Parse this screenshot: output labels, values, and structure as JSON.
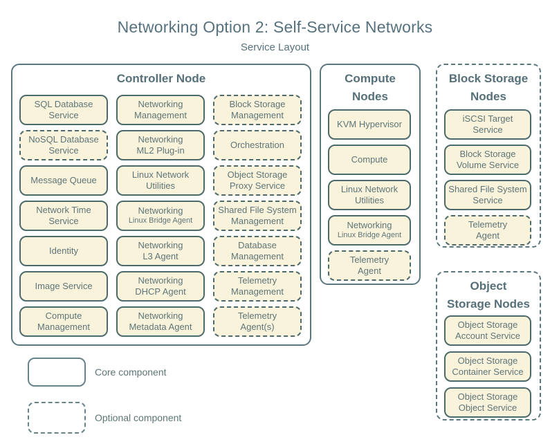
{
  "title": "Networking Option 2: Self-Service Networks",
  "subtitle": "Service Layout",
  "colors": {
    "background": "#ffffff",
    "service_fill": "#faf3dc",
    "service_border": "#4c696b",
    "node_border": "#5a787c",
    "text": "#5d7577",
    "heading_text": "#56727e"
  },
  "legend": {
    "core": {
      "label": "Core component",
      "style": "solid"
    },
    "optional": {
      "label": "Optional component",
      "style": "dashed"
    }
  },
  "nodes": {
    "controller": {
      "title": "Controller Node",
      "border": "solid",
      "services": [
        {
          "label": "SQL Database\nService",
          "style": "solid"
        },
        {
          "label": "Networking\nManagement",
          "style": "solid"
        },
        {
          "label": "Block Storage\nManagement",
          "style": "dashed"
        },
        {
          "label": "NoSQL Database\nService",
          "style": "dashed"
        },
        {
          "label": "Networking\nML2 Plug-in",
          "style": "solid"
        },
        {
          "label": "Orchestration",
          "style": "dashed"
        },
        {
          "label": "Message Queue",
          "style": "solid"
        },
        {
          "label": "Linux Network\nUtilities",
          "style": "solid"
        },
        {
          "label": "Object Storage\nProxy Service",
          "style": "dashed"
        },
        {
          "label": "Network Time\nService",
          "style": "solid"
        },
        {
          "label": "Networking",
          "sublabel": "Linux Bridge Agent",
          "style": "solid"
        },
        {
          "label": "Shared File System\nManagement",
          "style": "dashed"
        },
        {
          "label": "Identity",
          "style": "solid"
        },
        {
          "label": "Networking\nL3 Agent",
          "style": "solid"
        },
        {
          "label": "Database\nManagement",
          "style": "dashed"
        },
        {
          "label": "Image Service",
          "style": "solid"
        },
        {
          "label": "Networking\nDHCP Agent",
          "style": "solid"
        },
        {
          "label": "Telemetry\nManagement",
          "style": "dashed"
        },
        {
          "label": "Compute\nManagement",
          "style": "solid"
        },
        {
          "label": "Networking\nMetadata Agent",
          "style": "solid"
        },
        {
          "label": "Telemetry\nAgent(s)",
          "style": "dashed"
        }
      ]
    },
    "compute": {
      "title": "Compute\nNodes",
      "border": "solid",
      "services": [
        {
          "label": "KVM Hypervisor",
          "style": "solid"
        },
        {
          "label": "Compute",
          "style": "solid"
        },
        {
          "label": "Linux Network\nUtilities",
          "style": "solid"
        },
        {
          "label": "Networking",
          "sublabel": "Linux Bridge Agent",
          "style": "solid"
        },
        {
          "label": "Telemetry\nAgent",
          "style": "dashed"
        }
      ]
    },
    "block_storage": {
      "title": "Block Storage\nNodes",
      "border": "dashed",
      "services": [
        {
          "label": "iSCSI Target\nService",
          "style": "solid"
        },
        {
          "label": "Block Storage\nVolume Service",
          "style": "solid"
        },
        {
          "label": "Shared File System\nService",
          "style": "solid"
        },
        {
          "label": "Telemetry\nAgent",
          "style": "dashed"
        }
      ]
    },
    "object_storage": {
      "title": "Object\nStorage Nodes",
      "border": "dashed",
      "services": [
        {
          "label": "Object Storage\nAccount Service",
          "style": "solid"
        },
        {
          "label": "Object Storage\nContainer Service",
          "style": "solid"
        },
        {
          "label": "Object Storage\nObject Service",
          "style": "solid"
        }
      ]
    }
  }
}
